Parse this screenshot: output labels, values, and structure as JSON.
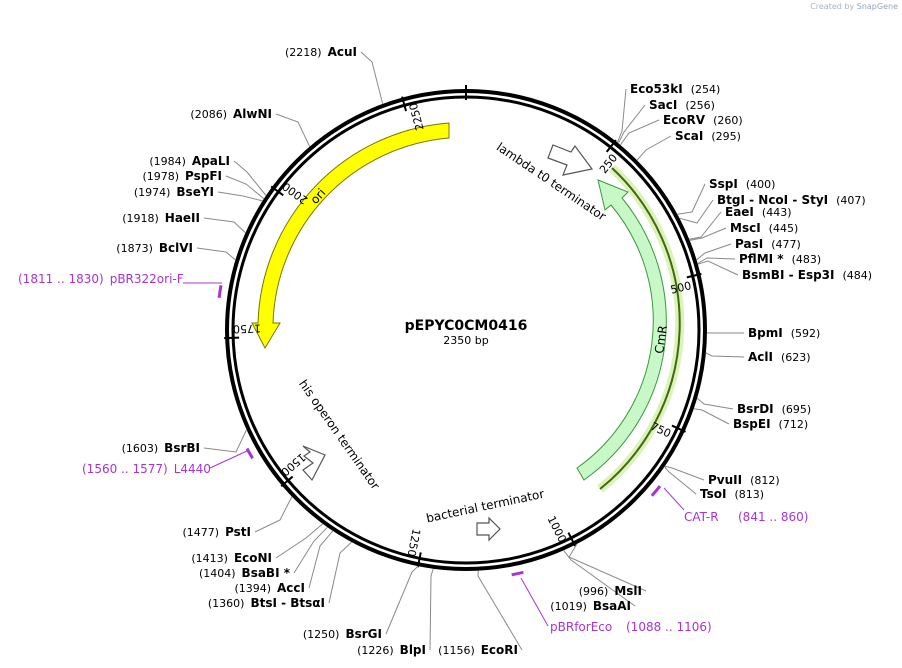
{
  "credit": {
    "prefix": "Created by",
    "brand": "SnapGene"
  },
  "plasmid": {
    "name": "pEPYC0CM0416",
    "length_label": "2350 bp",
    "length": 2350
  },
  "tick_labels": [
    "250",
    "500",
    "750",
    "1000",
    "1250",
    "1500",
    "1750",
    "2000",
    "2250"
  ],
  "features": [
    {
      "label": "ori",
      "type": "arrow",
      "color": "#ffff00",
      "stroke": "#7a7a00"
    },
    {
      "label": "CmR",
      "type": "arrow",
      "color": "#c6f9c6",
      "stroke": "#3a9a3a"
    },
    {
      "label": "lambda t0 terminator",
      "type": "terminator"
    },
    {
      "label": "his operon terminator",
      "type": "terminator"
    },
    {
      "label": "bacterial terminator",
      "type": "terminator"
    }
  ],
  "sites": [
    {
      "name": "AcuI",
      "pos": "(2218)"
    },
    {
      "name": "AlwNI",
      "pos": "(2086)"
    },
    {
      "name": "ApaLI",
      "pos": "(1984)"
    },
    {
      "name": "PspFI",
      "pos": "(1978)"
    },
    {
      "name": "BseYI",
      "pos": "(1974)"
    },
    {
      "name": "HaeII",
      "pos": "(1918)"
    },
    {
      "name": "BclVI",
      "pos": "(1873)"
    },
    {
      "name": "BsrBI",
      "pos": "(1603)"
    },
    {
      "name": "PstI",
      "pos": "(1477)"
    },
    {
      "name": "EcoNI",
      "pos": "(1413)"
    },
    {
      "name": "BsaBI *",
      "pos": "(1404)"
    },
    {
      "name": "AccI",
      "pos": "(1394)"
    },
    {
      "name": "BtsI - BtsαI",
      "pos": "(1360)"
    },
    {
      "name": "BsrGI",
      "pos": "(1250)"
    },
    {
      "name": "BlpI",
      "pos": "(1226)"
    },
    {
      "name": "EcoRI",
      "pos": "(1156)"
    },
    {
      "name": "BsaAI",
      "pos": "(1019)"
    },
    {
      "name": "MslI",
      "pos": "(996)"
    },
    {
      "name": "TsoI",
      "pos": "(813)"
    },
    {
      "name": "PvuII",
      "pos": "(812)"
    },
    {
      "name": "BspEI",
      "pos": "(712)"
    },
    {
      "name": "BsrDI",
      "pos": "(695)"
    },
    {
      "name": "AclI",
      "pos": "(623)"
    },
    {
      "name": "BpmI",
      "pos": "(592)"
    },
    {
      "name": "BsmBI - Esp3I",
      "pos": "(484)"
    },
    {
      "name": "PflMI *",
      "pos": "(483)"
    },
    {
      "name": "PasI",
      "pos": "(477)"
    },
    {
      "name": "MscI",
      "pos": "(445)"
    },
    {
      "name": "EaeI",
      "pos": "(443)"
    },
    {
      "name": "BtgI - NcoI - StyI",
      "pos": "(407)"
    },
    {
      "name": "SspI",
      "pos": "(400)"
    },
    {
      "name": "ScaI",
      "pos": "(295)"
    },
    {
      "name": "EcoRV",
      "pos": "(260)"
    },
    {
      "name": "SacI",
      "pos": "(256)"
    },
    {
      "name": "Eco53kI",
      "pos": "(254)"
    }
  ],
  "primers": [
    {
      "name": "pBR322ori-F",
      "range": "(1811 .. 1830)"
    },
    {
      "name": "L4440",
      "range": "(1560 .. 1577)"
    },
    {
      "name": "pBRforEco",
      "range": "(1088 .. 1106)"
    },
    {
      "name": "CAT-R",
      "range": "(841 .. 860)"
    }
  ],
  "colors": {
    "primer": "#a734d6",
    "backbone": "#000000",
    "leader": "#8a8a8a"
  }
}
